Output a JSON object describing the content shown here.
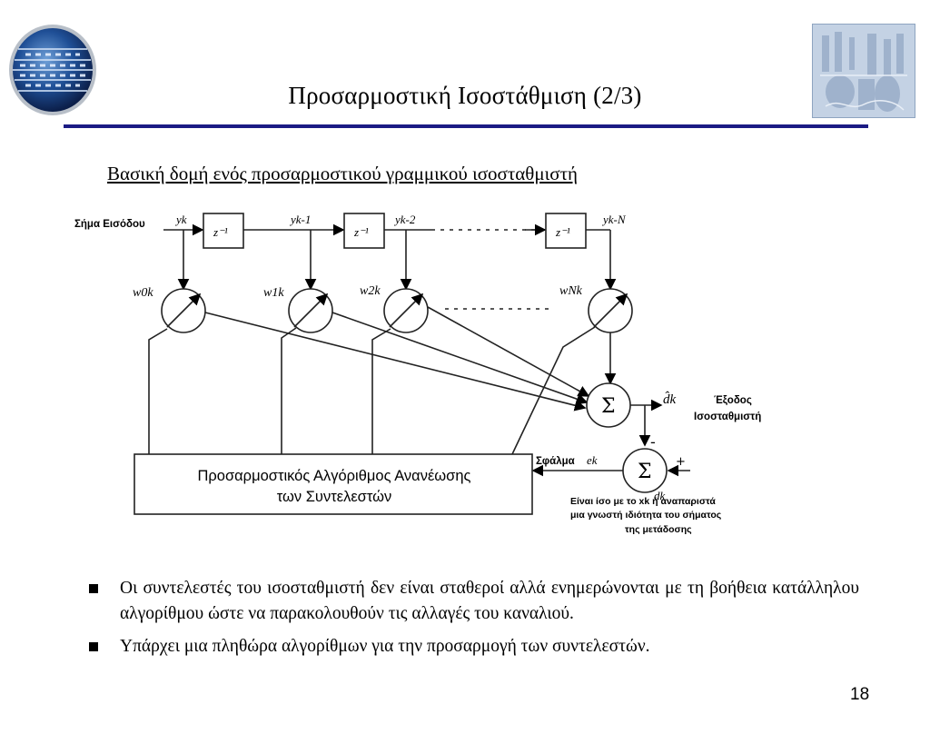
{
  "header": {
    "title": "Προσαρμοστική Ισοστάθμιση (2/3)"
  },
  "subtitle": "Βασική δομή ενός προσαρμοστικού γραμμικού ισοσταθμιστή",
  "diagram": {
    "input_label": "Σήμα Εισόδου",
    "input_signal": "yk",
    "delay_label": "z⁻¹",
    "tap1_signal": "yk-1",
    "tap2_signal": "yk-2",
    "tapN_signal": "yk-N",
    "weights": [
      "w0k",
      "w1k",
      "w2k",
      "wNk"
    ],
    "sum_symbol": "Σ",
    "output_signal": "d̂k",
    "output_label_1": "Έξοδος",
    "output_label_2": "Ισοσταθμιστή",
    "error_label": "Σφάλμα",
    "error_signal": "ek",
    "minus_sign": "-",
    "plus_sign": "+",
    "desired_signal": "dk",
    "desired_note_1": "Είναι ίσο με το xk ή αναπαριστά",
    "desired_note_2": "μια γνωστή ιδιότητα του σήματος",
    "desired_note_3": "της μετάδοσης",
    "algorithm_line_1": "Προσαρμοστικός Αλγόριθμος Ανανέωσης",
    "algorithm_line_2": "των Συντελεστών"
  },
  "bullets": [
    "Οι συντελεστές του ισοσταθμιστή δεν είναι σταθεροί αλλά ενημερώνονται με τη βοήθεια κατάλληλου αλγορίθμου ώστε να παρακολουθούν τις αλλαγές του καναλιού.",
    "Υπάρχει μια πληθώρα αλγορίθμων για την προσαρμογή των συντελεστών."
  ],
  "page_number": "18"
}
